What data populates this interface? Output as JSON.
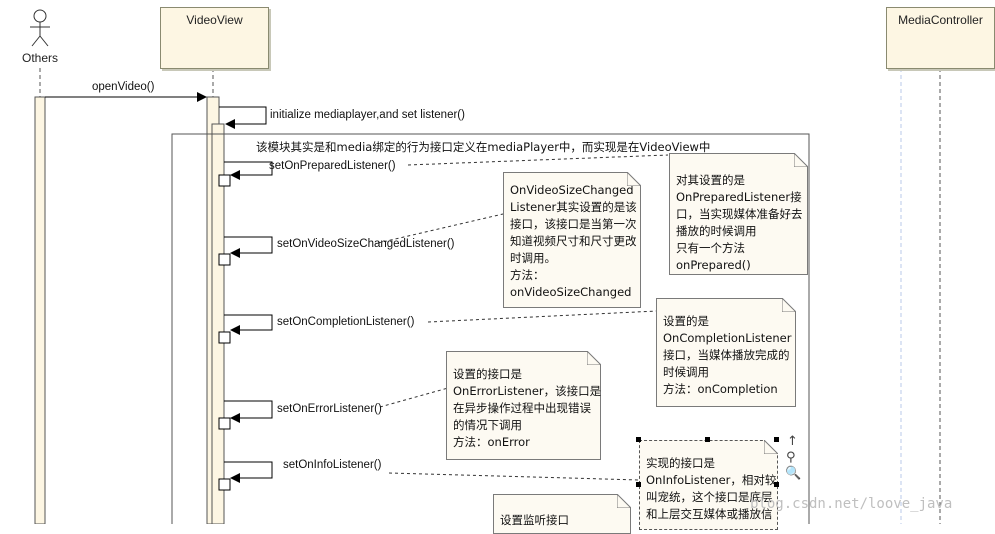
{
  "participants": {
    "others": "Others",
    "videoview": "VideoView",
    "mediacontroller": "MediaController"
  },
  "messages": {
    "open_video": "openVideo()",
    "initialize": "initialize mediaplayer,and set listener()",
    "frame_note": "该模块其实是和media绑定的行为接口定义在mediaPlayer中，而实现是在VideoView中",
    "set_prepared": "setOnPreparedListener()",
    "set_size_changed": "setOnVideoSizeChangedListener()",
    "set_completion": "setOnCompletionListener()",
    "set_error": "setOnErrorListener()",
    "set_info": "setOnInfoListener()"
  },
  "notes": {
    "prepared": [
      "对其设置的是",
      "OnPreparedListener接",
      "口，当实现媒体准备好去",
      "播放的时候调用",
      "只有一个方法",
      "onPrepared()"
    ],
    "size_changed": [
      "OnVideoSizeChanged",
      "Listener其实设置的是该",
      "接口，该接口是当第一次",
      "知道视频尺寸和尺寸更改",
      "时调用。",
      "方法：",
      "onVideoSizeChanged"
    ],
    "completion": [
      "设置的是",
      "OnCompletionListener",
      "接口，当媒体播放完成的",
      "时候调用",
      "方法：onCompletion"
    ],
    "error": [
      "设置的接口是",
      "OnErrorListener，该接口是",
      "在异步操作过程中出现错误",
      "的情况下调用",
      "方法：onError"
    ],
    "info": [
      "实现的接口是",
      "OnInfoListener，相对较",
      "叫宠统，这个接口是底层",
      "和上层交互媒体或播放信"
    ],
    "listener": [
      "设置监听接口"
    ]
  },
  "watermark": "blog.csdn.net/loove_java",
  "colors": {
    "lifeline_fill": "#fdf6e3",
    "note_fill": "#fdfaf2",
    "line": "#000000"
  }
}
